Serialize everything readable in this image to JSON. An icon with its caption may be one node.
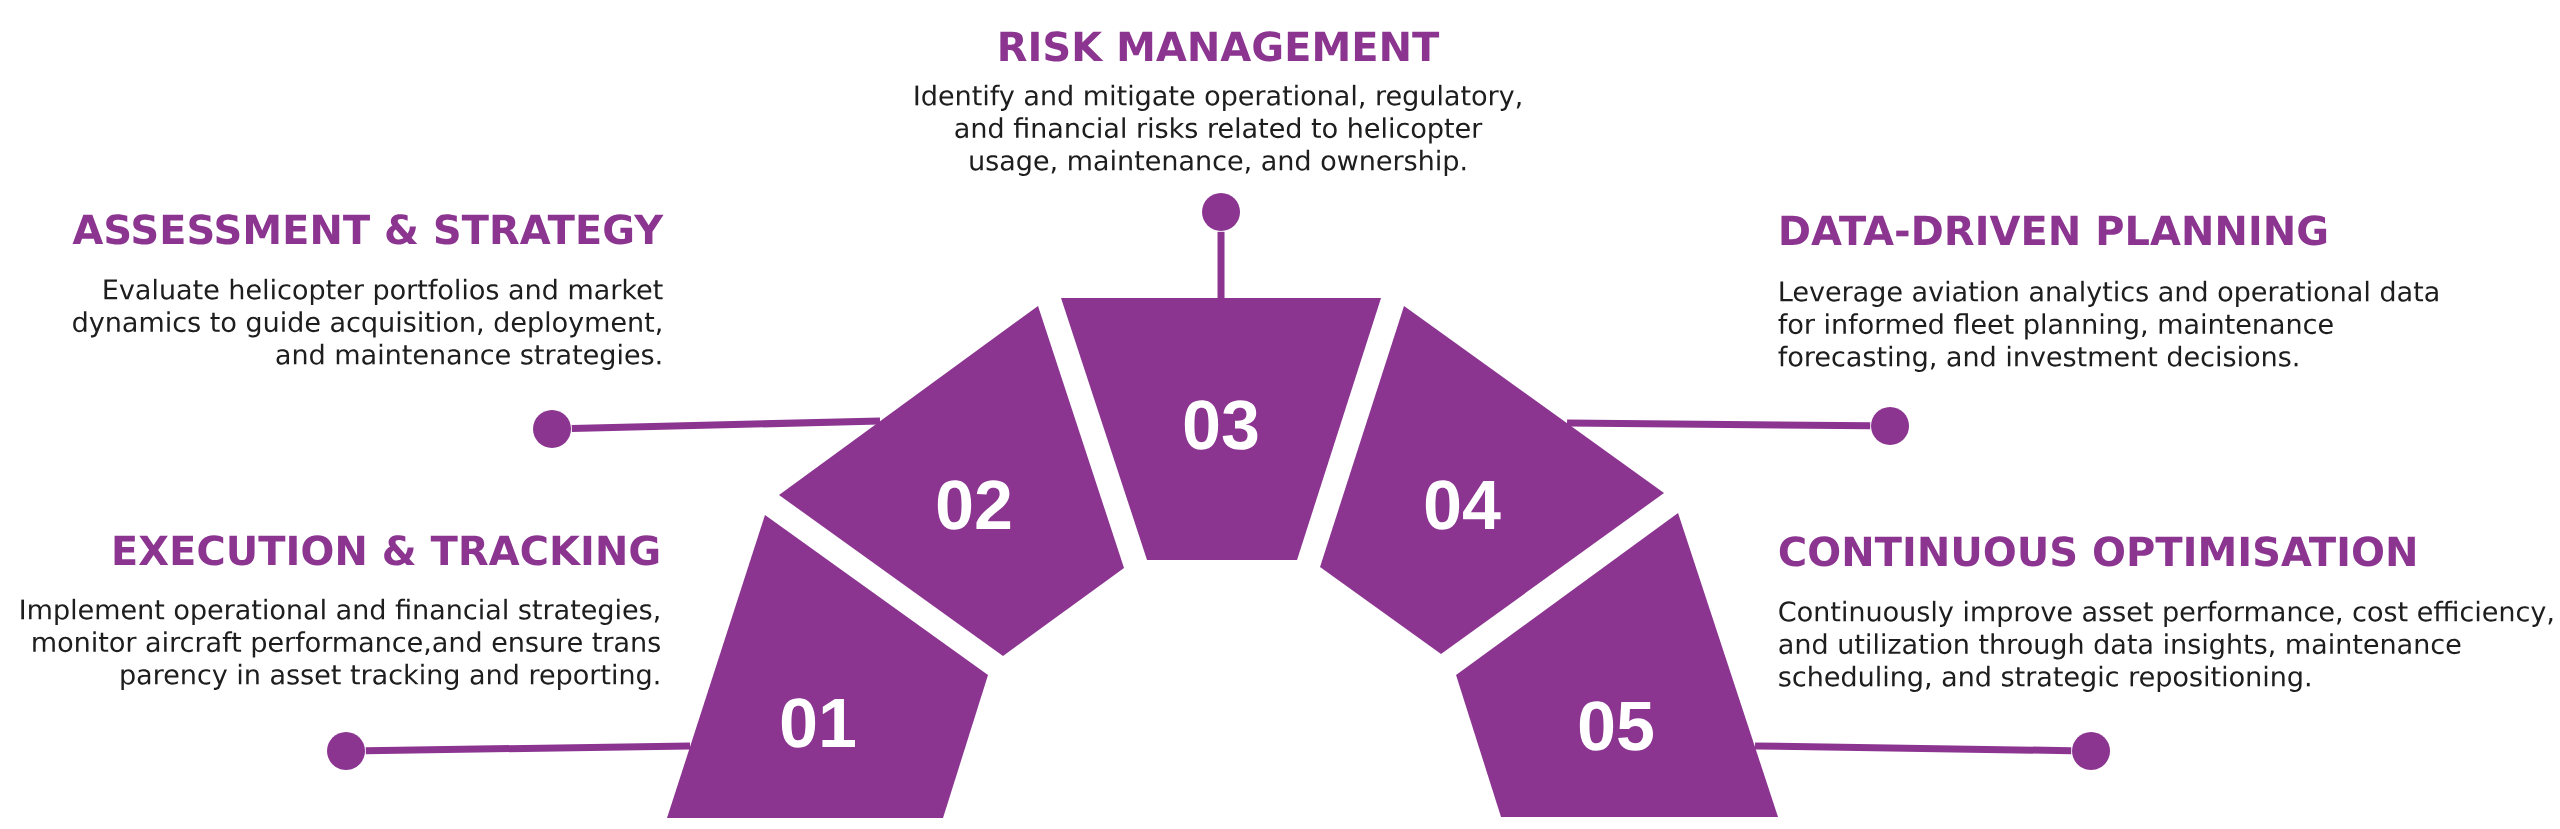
{
  "diagram": {
    "nodes": [
      {
        "text": [
          "01"
        ],
        "beside": [
          "EXECUTION & TRACKING",
          "Implement operational and financial strategies, monitor aircraft performance,and ensure trans parency in asset tracking and reporting."
        ]
      },
      {
        "text": [
          "02"
        ]
      },
      {
        "text": [
          "03"
        ]
      },
      {
        "text": [
          "04"
        ]
      },
      {
        "text": [
          "05"
        ],
        "beside": [
          "CONTINUOUS OPTIMISATION",
          "Continuously improve asset performance, cost efficiency, and utilization through data insights, maintenance scheduling, and strategic repositioning."
        ]
      },
      {
        "text": [],
        "shape": "circle"
      },
      {
        "text": [],
        "shape": "circle",
        "beside": [
          "ASSESSMENT & STRATEGY",
          "Evaluate helicopter portfolios and market dynamics to guide acquisition, deployment, and maintenance strategies."
        ]
      },
      {
        "text": [],
        "shape": "circle",
        "beside": [
          "RISK MANAGEMENT",
          "Identify and mitigate operational, regulatory, and financial risks related to helicopter usage, maintenance, and ownership."
        ]
      },
      {
        "text": [],
        "shape": "circle",
        "beside": [
          "DATA-DRIVEN PLANNING",
          "Leverage aviation analytics and operational data for informed fleet planning, maintenance forecasting, and investment decisions."
        ]
      },
      {
        "text": [],
        "shape": "circle"
      }
    ],
    "edges": [
      {
        "from": 0,
        "to": 5,
        "arrow": "none"
      },
      {
        "from": 1,
        "to": 6,
        "arrow": "none"
      },
      {
        "from": 2,
        "to": 7,
        "arrow": "none"
      },
      {
        "from": 3,
        "to": 8,
        "arrow": "none"
      },
      {
        "from": 4,
        "to": 9,
        "arrow": "none"
      }
    ]
  }
}
